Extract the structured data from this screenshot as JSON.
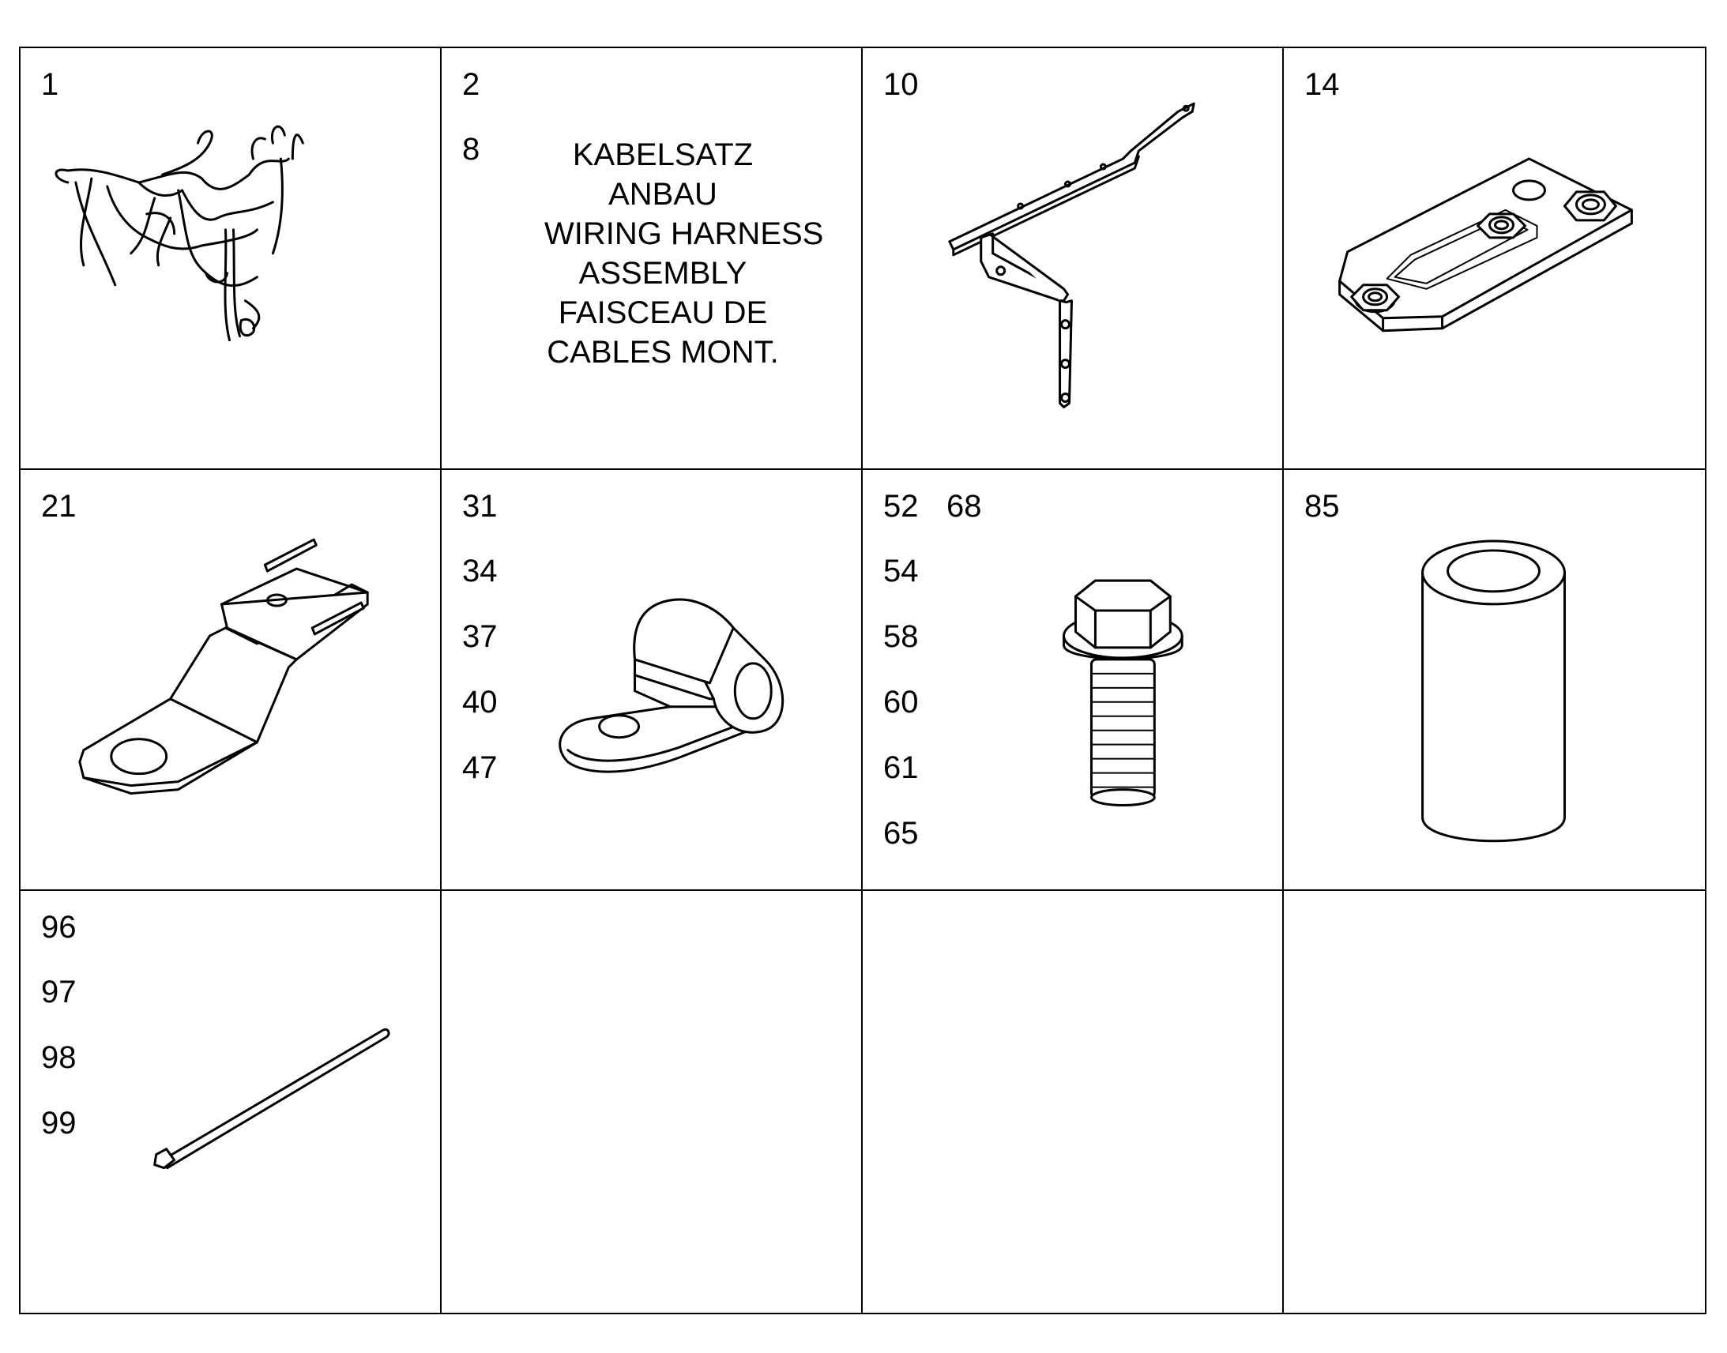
{
  "cells": [
    {
      "numbers": [
        "1"
      ],
      "icon": "wiring-harness-icon"
    },
    {
      "numbers": [
        "2",
        "8"
      ],
      "description": [
        "KABELSATZ",
        "ANBAU",
        "WIRING HARNESS",
        "ASSEMBLY",
        "FAISCEAU DE",
        "CABLES MONT."
      ]
    },
    {
      "numbers": [
        "10"
      ],
      "icon": "bracket-icon"
    },
    {
      "numbers": [
        "14"
      ],
      "icon": "mounting-plate-icon"
    },
    {
      "numbers": [
        "21"
      ],
      "icon": "cable-lug-icon"
    },
    {
      "numbers": [
        "31",
        "34",
        "37",
        "40",
        "47"
      ],
      "icon": "p-clamp-icon"
    },
    {
      "numbers": [
        "52",
        "68",
        "54",
        "58",
        "60",
        "61",
        "65"
      ],
      "icon": "flange-bolt-icon"
    },
    {
      "numbers": [
        "85"
      ],
      "icon": "spacer-sleeve-icon"
    },
    {
      "numbers": [
        "96",
        "97",
        "98",
        "99"
      ],
      "icon": "cable-tie-icon"
    },
    {
      "numbers": []
    },
    {
      "numbers": []
    },
    {
      "numbers": []
    }
  ]
}
